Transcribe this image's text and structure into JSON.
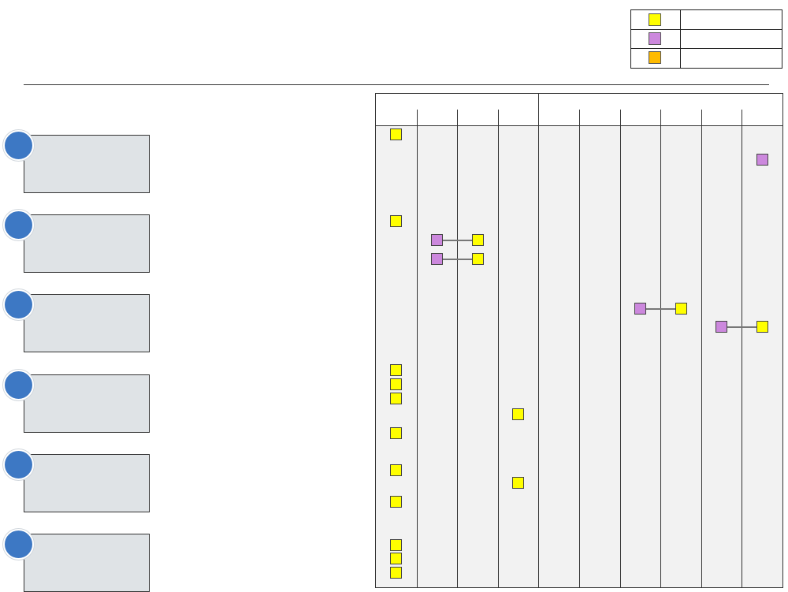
{
  "legend": {
    "items": [
      {
        "label": "",
        "color": "#ffff00"
      },
      {
        "label": "",
        "color": "#cc88dd"
      },
      {
        "label": "",
        "color": "#ffbb00"
      }
    ]
  },
  "steps": [
    {
      "text": ""
    },
    {
      "text": ""
    },
    {
      "text": ""
    },
    {
      "text": ""
    },
    {
      "text": ""
    },
    {
      "text": ""
    }
  ],
  "timeline": {
    "groups": [
      {
        "label": "",
        "span": 4
      },
      {
        "label": "",
        "span": 6
      }
    ],
    "columns": [
      "",
      "",
      "",
      "",
      "",
      "",
      "",
      "",
      "",
      ""
    ],
    "colors": {
      "yellow": "#ffff00",
      "purple": "#cc88dd",
      "orange": "#ffbb00"
    },
    "rows": [
      {
        "markers": [
          {
            "col": 0,
            "color": "yellow"
          }
        ]
      },
      {
        "markers": [
          {
            "col": 9,
            "color": "purple"
          }
        ]
      },
      {
        "markers": [
          {
            "col": 0,
            "color": "yellow"
          }
        ]
      },
      {
        "markers": [
          {
            "col": 1,
            "color": "purple"
          },
          {
            "col": 2,
            "color": "yellow"
          }
        ],
        "link": [
          1,
          2
        ]
      },
      {
        "markers": [
          {
            "col": 1,
            "color": "purple"
          },
          {
            "col": 2,
            "color": "yellow"
          }
        ],
        "link": [
          1,
          2
        ]
      },
      {
        "markers": [
          {
            "col": 6,
            "color": "purple"
          },
          {
            "col": 7,
            "color": "yellow"
          }
        ],
        "link": [
          6,
          7
        ]
      },
      {
        "markers": [
          {
            "col": 8,
            "color": "purple"
          },
          {
            "col": 9,
            "color": "yellow"
          }
        ],
        "link": [
          8,
          9
        ]
      },
      {
        "markers": [
          {
            "col": 0,
            "color": "yellow"
          }
        ]
      },
      {
        "markers": [
          {
            "col": 0,
            "color": "yellow"
          }
        ]
      },
      {
        "markers": [
          {
            "col": 0,
            "color": "yellow"
          }
        ]
      },
      {
        "markers": [
          {
            "col": 3,
            "color": "yellow"
          }
        ]
      },
      {
        "markers": [
          {
            "col": 0,
            "color": "yellow"
          }
        ]
      },
      {
        "markers": [
          {
            "col": 0,
            "color": "yellow"
          }
        ]
      },
      {
        "markers": [
          {
            "col": 3,
            "color": "yellow"
          }
        ]
      },
      {
        "markers": [
          {
            "col": 0,
            "color": "yellow"
          }
        ]
      },
      {
        "markers": [
          {
            "col": 0,
            "color": "yellow"
          }
        ]
      },
      {
        "markers": [
          {
            "col": 0,
            "color": "yellow"
          }
        ]
      },
      {
        "markers": [
          {
            "col": 0,
            "color": "yellow"
          }
        ]
      }
    ]
  }
}
